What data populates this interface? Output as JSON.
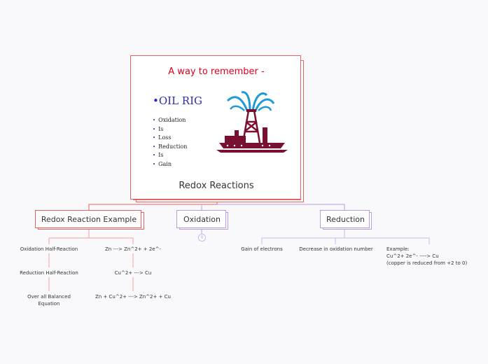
{
  "root": {
    "title": "Redox Reactions",
    "image": {
      "heading": "A way to remember -",
      "headline": "OIL RIG",
      "bullet": "•",
      "items": [
        "Oxidation",
        "Is",
        "Loss",
        "Reduction",
        "Is",
        "Gain"
      ]
    }
  },
  "branches": {
    "example": {
      "label": "Redox Reaction Example",
      "left": [
        "Oxidation Half-Reaction",
        "Reduction Half-Reaction",
        "Over all Balanced Equation"
      ],
      "right": [
        "Zn ---> Zn^2+ + 2e^-",
        "Cu^2+ ---> Cu",
        "Zn + Cu^2+ ---> Zn^2+ + Cu"
      ]
    },
    "oxidation": {
      "label": "Oxidation",
      "badge": "0"
    },
    "reduction": {
      "label": "Reduction",
      "children": [
        "Gain of electrons",
        "Decrease in oxidation number"
      ],
      "example_lines": [
        "Example:",
        "Cu^2+ 2e^- ----> Cu",
        "(copper is reduced from +2 to 0)"
      ]
    }
  },
  "colors": {
    "red": "#e86060",
    "purple": "#b89be8",
    "heading": "#e0001b",
    "oilrig": "#2b2bb5",
    "rig": "#7a1030",
    "fountain": "#1f9ad6"
  }
}
